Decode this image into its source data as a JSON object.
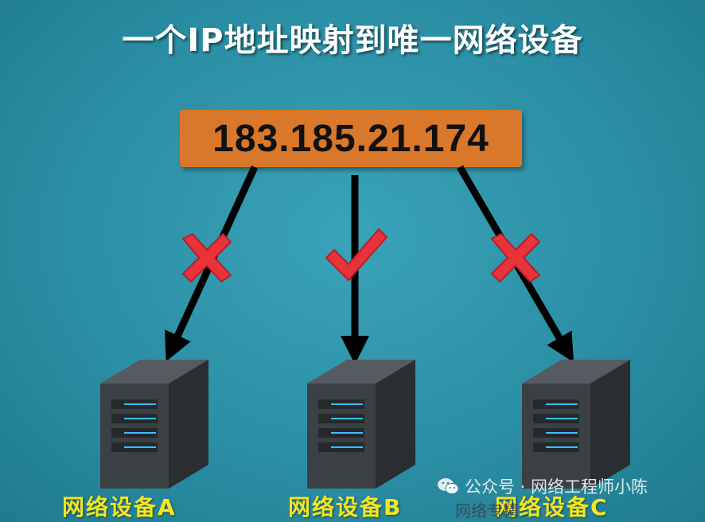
{
  "title": "一个IP地址映射到唯一网络设备",
  "ip_address": "183.185.21.174",
  "devices": [
    {
      "label": "网络设备A",
      "status": "cross"
    },
    {
      "label": "网络设备B",
      "status": "check"
    },
    {
      "label": "网络设备C",
      "status": "cross"
    }
  ],
  "watermark": {
    "line1": "公众号 · 网络工程师小陈",
    "line2": "网络专精"
  },
  "colors": {
    "background": "#2b8fa5",
    "ip_box": "#d9772a",
    "label": "#f4e61e",
    "mark": "#e8333b",
    "arrow": "#000000"
  }
}
